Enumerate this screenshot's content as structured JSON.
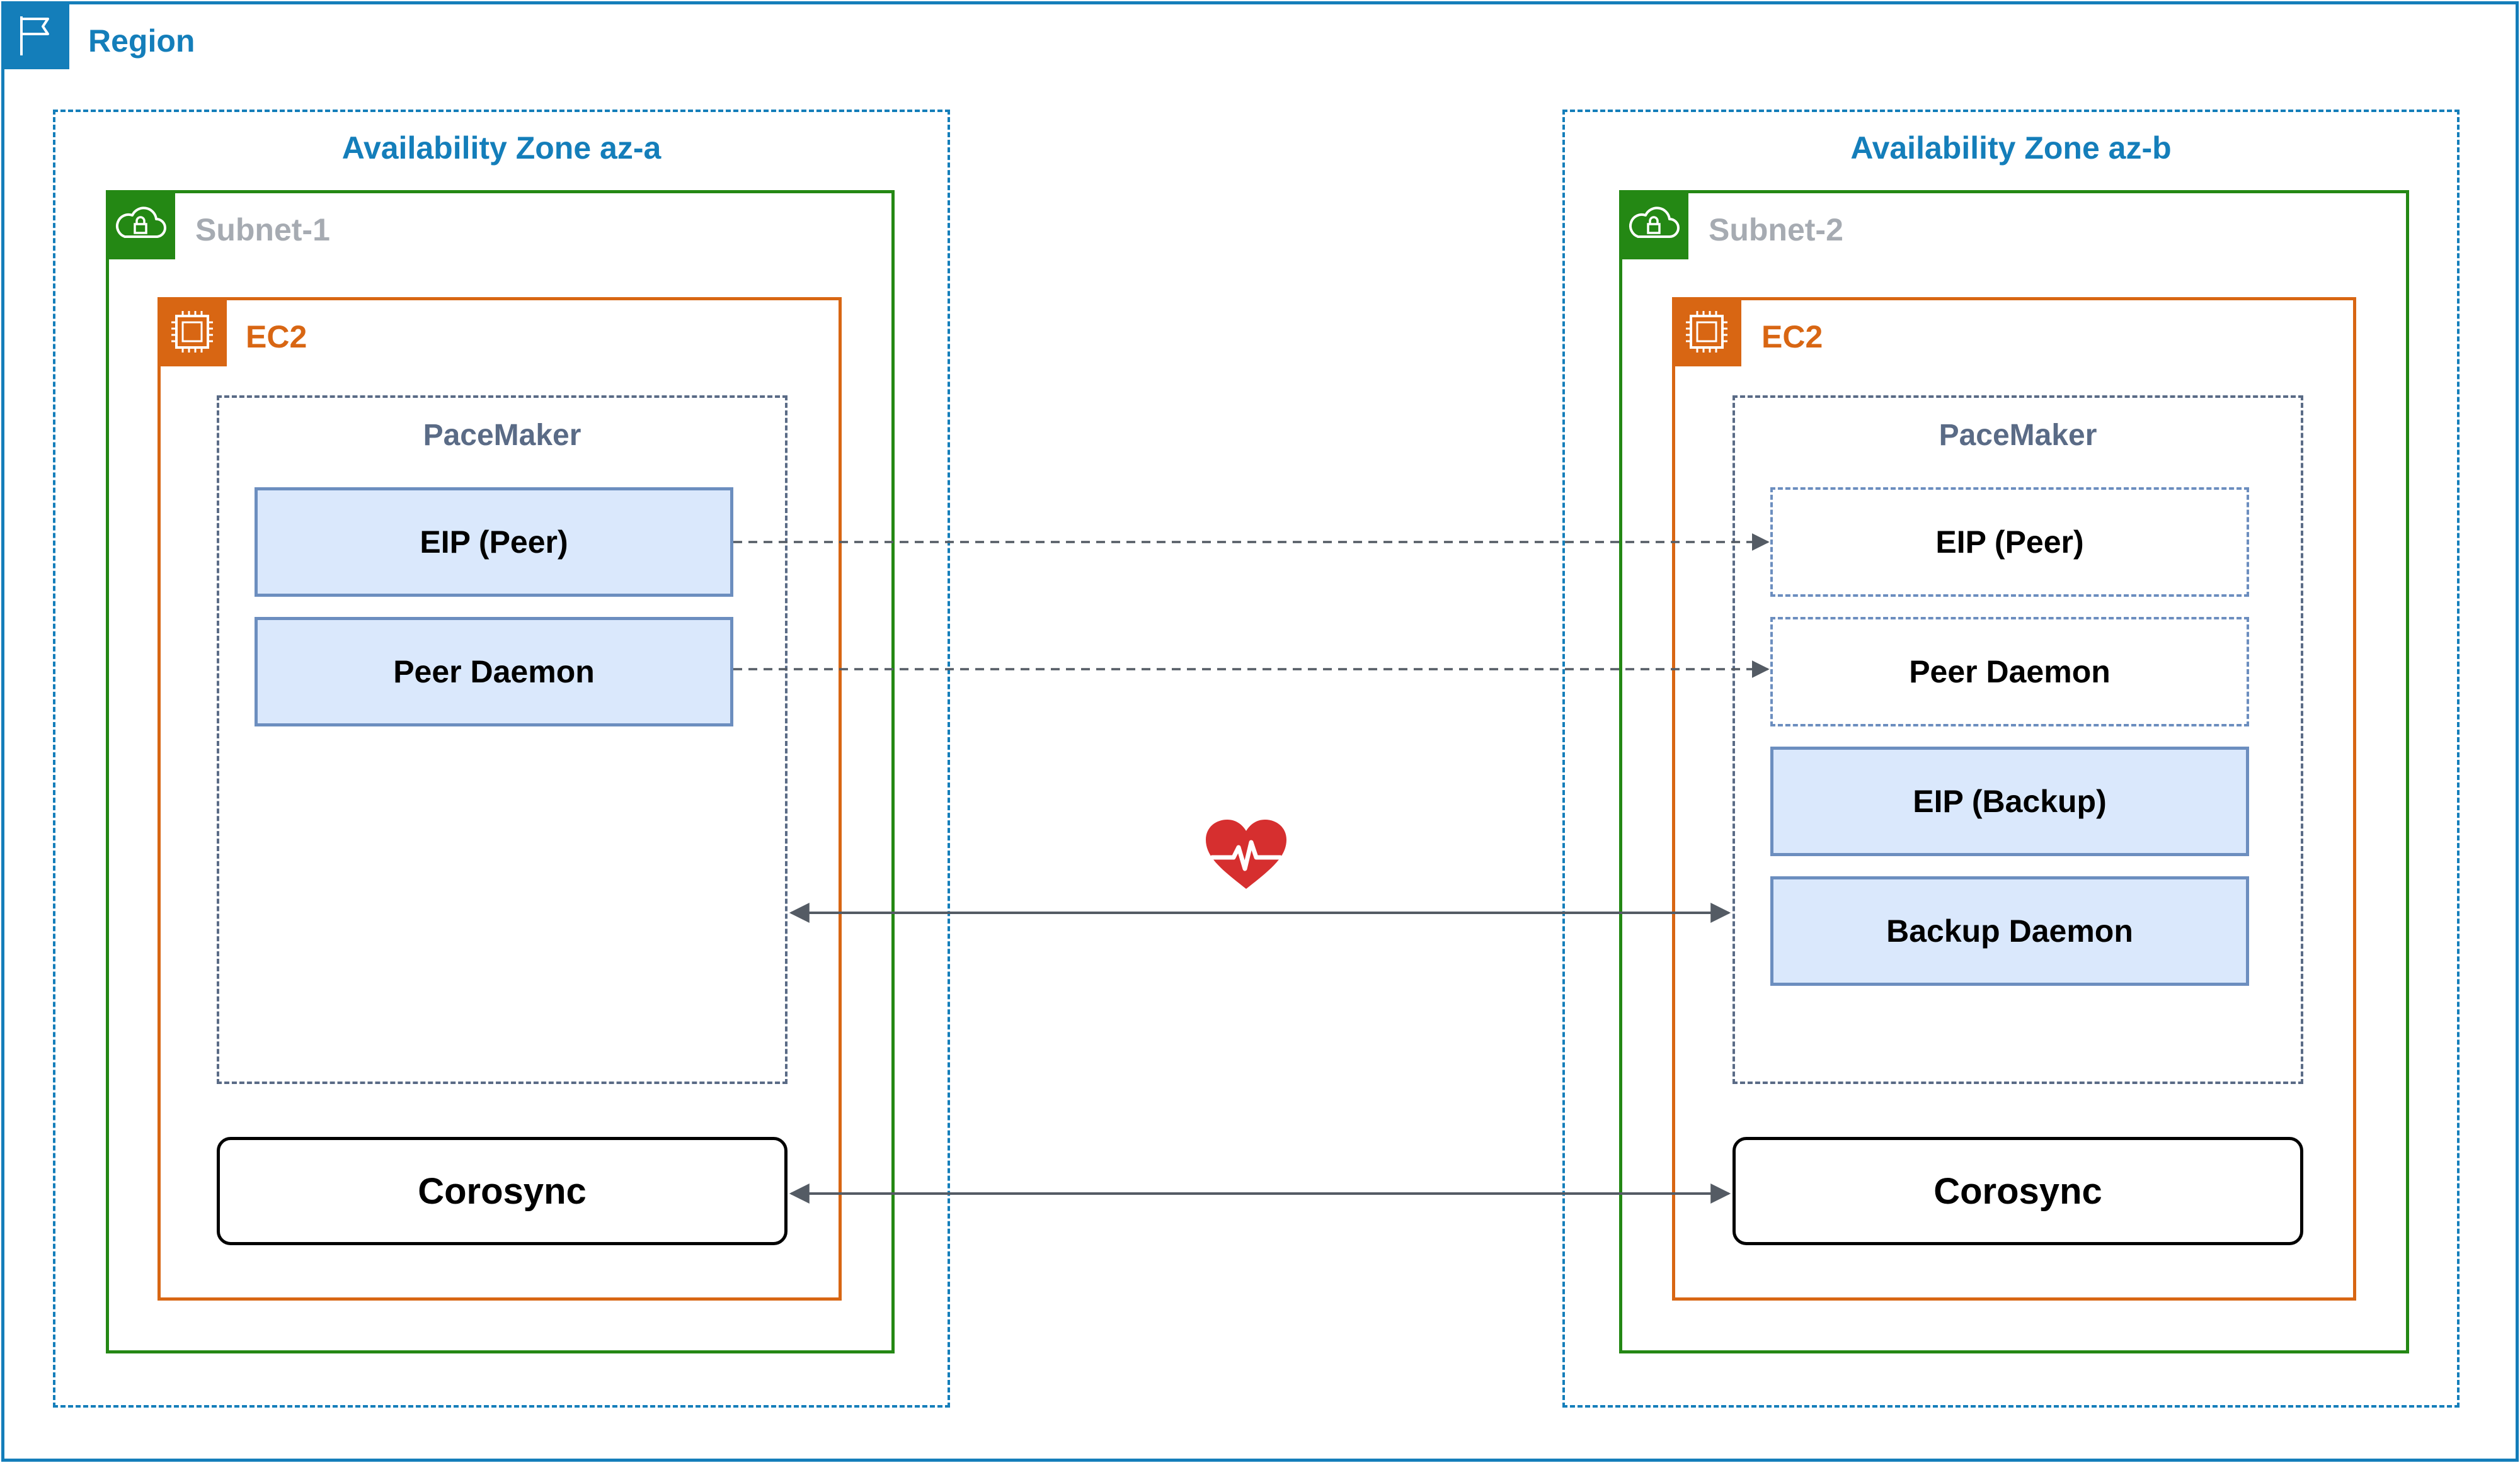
{
  "region": {
    "label": "Region",
    "color": "#147eba",
    "icon": "flag-icon"
  },
  "zones": [
    {
      "label": "Availability Zone az-a",
      "subnet": {
        "label": "Subnet-1",
        "icon": "cloud-lock-icon"
      },
      "ec2": {
        "label": "EC2",
        "icon": "chip-icon"
      },
      "pacemaker": {
        "label": "PaceMaker"
      },
      "resources": [
        {
          "label": "EIP (Peer)",
          "style": "active"
        },
        {
          "label": "Peer Daemon",
          "style": "active"
        }
      ],
      "corosync": {
        "label": "Corosync"
      }
    },
    {
      "label": "Availability Zone az-b",
      "subnet": {
        "label": "Subnet-2",
        "icon": "cloud-lock-icon"
      },
      "ec2": {
        "label": "EC2",
        "icon": "chip-icon"
      },
      "pacemaker": {
        "label": "PaceMaker"
      },
      "resources": [
        {
          "label": "EIP (Peer)",
          "style": "standby"
        },
        {
          "label": "Peer Daemon",
          "style": "standby"
        },
        {
          "label": "EIP (Backup)",
          "style": "active"
        },
        {
          "label": "Backup Daemon",
          "style": "active"
        }
      ],
      "corosync": {
        "label": "Corosync"
      }
    }
  ],
  "heartbeat": {
    "icon": "heartbeat-icon",
    "color": "#d62f2f"
  },
  "colors": {
    "region": "#147eba",
    "subnet": "#248814",
    "subnet_label": "#a6abb2",
    "ec2": "#d86613",
    "pacemaker_label": "#5a6b86",
    "resource_fill": "#dae8fc",
    "resource_border": "#6c8ebf",
    "connector": "#545b64"
  }
}
